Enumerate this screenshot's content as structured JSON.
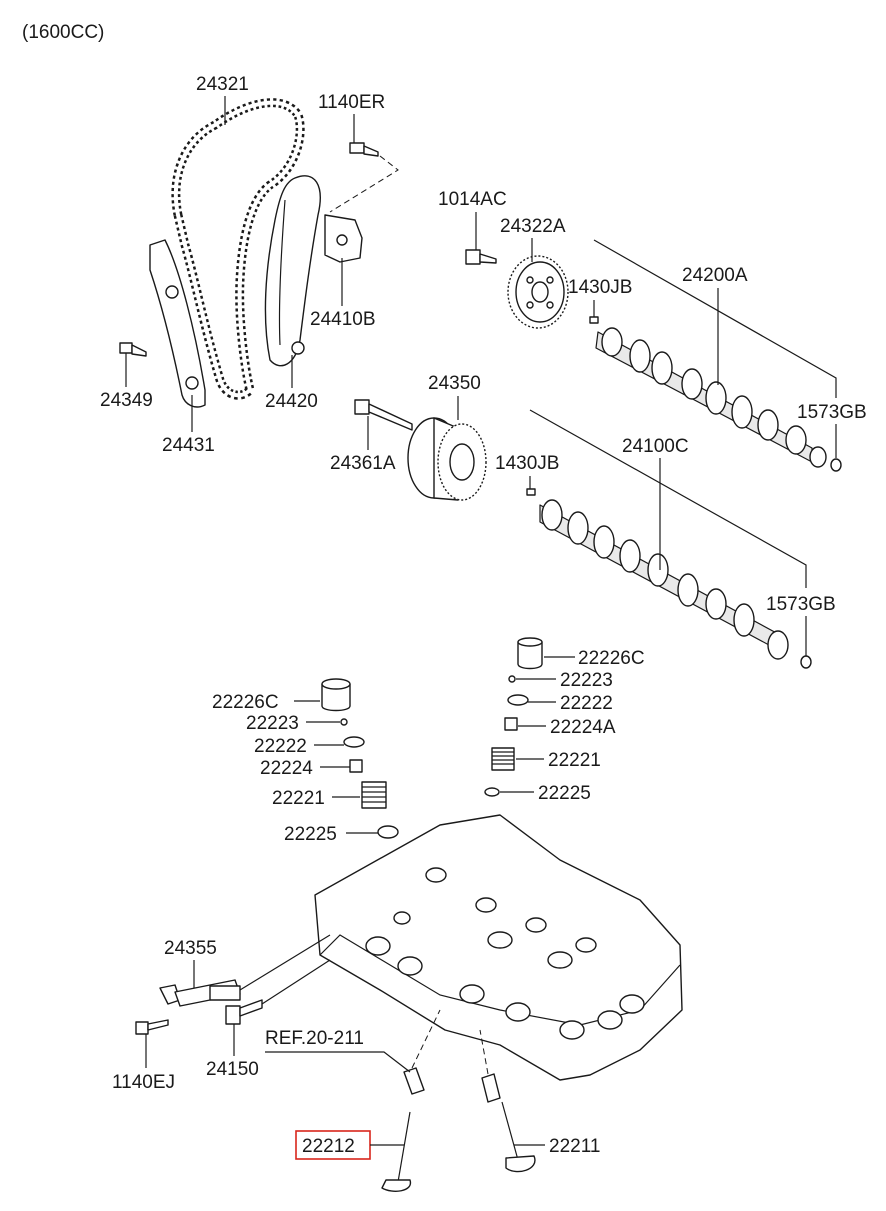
{
  "header": {
    "variant": "(1600CC)"
  },
  "labels": {
    "timing_chain": "24321",
    "bolt_1140er": "1140ER",
    "tensioner_24410b": "24410B",
    "guide_24420": "24420",
    "bolt_24349": "24349",
    "guide_24431": "24431",
    "bolt_1014ac": "1014AC",
    "sprocket_24322a": "24322A",
    "pin_1430jb_a": "1430JB",
    "exhaust_camshaft": "24200A",
    "plug_1573gb_a": "1573GB",
    "cvvt_24350": "24350",
    "bolt_24361a": "24361A",
    "pin_1430jb_b": "1430JB",
    "intake_camshaft": "24100C",
    "plug_1573gb_b": "1573GB",
    "tappet_r": "22226C",
    "retainer_lock_r": "22223",
    "retainer_r": "22222",
    "seat_r": "22224A",
    "spring_r": "22221",
    "seal_r": "22225",
    "tappet_l": "22226C",
    "retainer_lock_l": "22223",
    "retainer_l": "22222",
    "seat_l": "22224",
    "spring_l": "22221",
    "seal_l": "22225",
    "ocv_24355": "24355",
    "bolt_1140ej": "1140EJ",
    "filter_24150": "24150",
    "ref": "REF.20-211",
    "exhaust_valve": "22212",
    "intake_valve": "22211"
  },
  "highlight": {
    "part": "22212",
    "color": "#d9261c"
  }
}
